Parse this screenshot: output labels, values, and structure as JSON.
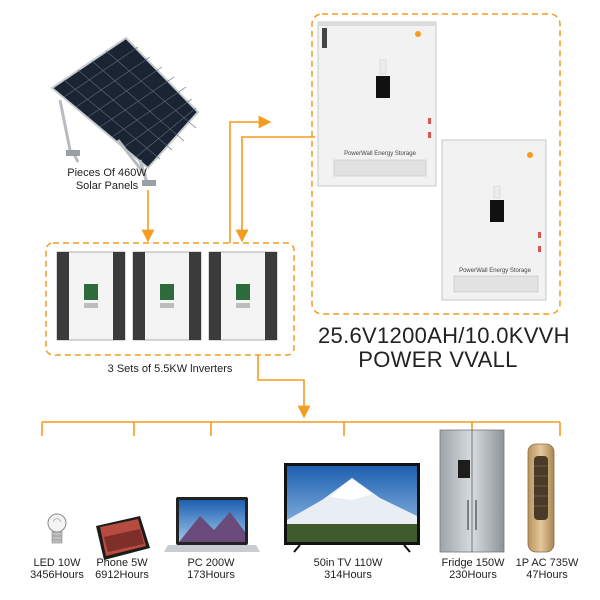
{
  "solar": {
    "label_line1": "Pieces Of 460W",
    "label_line2": "Solar Panels"
  },
  "inverters": {
    "label": "3 Sets of 5.5KW lnverters"
  },
  "battery": {
    "brand_text": "PowerWall Energy Storage",
    "title_line1": "25.6V1200AH/10.0KVVH",
    "title_line2": "POWER VVALL"
  },
  "devices": [
    {
      "name": "LED 10W",
      "hours": "3456Hours",
      "icon": "bulb-icon"
    },
    {
      "name": "Phone 5W",
      "hours": "6912Hours",
      "icon": "phone-icon"
    },
    {
      "name": "PC 200W",
      "hours": "173Hours",
      "icon": "laptop-icon"
    },
    {
      "name": "50in TV 110W",
      "hours": "314Hours",
      "icon": "tv-icon"
    },
    {
      "name": "Fridge 150W",
      "hours": "230Hours",
      "icon": "fridge-icon"
    },
    {
      "name": "1P AC 735W",
      "hours": "47Hours",
      "icon": "tower-ac-icon"
    }
  ],
  "colors": {
    "flow": "#f39c1f",
    "panel": "#1b2330",
    "cabinet": "#f2f2f2",
    "dark_case": "#3b3b3b"
  }
}
